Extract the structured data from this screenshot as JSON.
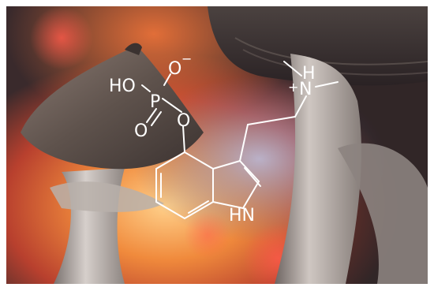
{
  "molecule": {
    "atoms": {
      "ho": "HO",
      "p": "P",
      "o_neg": "O",
      "o_double": "O",
      "o_ester": "O",
      "n_amine": "N",
      "h_amine": "H",
      "n_indole": "N",
      "h_indole": "H"
    },
    "charges": {
      "negative": "−",
      "positive": "+"
    }
  },
  "colors": {
    "line": "#ffffff",
    "background_warm": "#c24a2c",
    "background_glow": "#f0a040",
    "background_cool": "#6a6f9a",
    "dark_bg": "#2a2224",
    "mushroom_cap": "#5a4e48",
    "mushroom_stem": "#d9d3cf"
  }
}
